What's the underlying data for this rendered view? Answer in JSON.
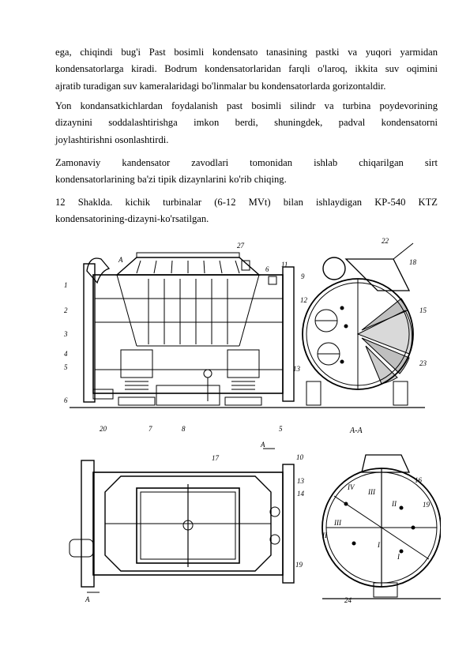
{
  "paragraphs": [
    {
      "lines": [
        "ega, chiqindi bug'i Past bosimli kondensato tanasining pastki va yuqori yarmidan",
        "kondensatorlarga kiradi. Bodrum kondensatorlaridan farqli o'laroq, ikkita suv oqimini",
        "ajratib turadigan suv kameralaridagi bo'linmalar bu kondensatorlarda gorizontaldir."
      ]
    },
    {
      "lines": [
        "Yon kondansatkichlardan foydalanish past bosimli silindr va turbina poydevorining",
        "dizaynini soddalashtirishga imkon berdi, shuningdek, padval kondensatorni",
        "joylashtirishni osonlashtirdi."
      ]
    },
    {
      "lines": [
        "Zamonaviy kandensator zavodlari tomonidan ishlab chiqarilgan sirt",
        "kondensatorlarining ba'zi tipik dizaynlarini ko'rib chiqing."
      ]
    },
    {
      "lines": [
        "12 Shaklda. kichik turbinalar (6-12 MVt) bilan ishlaydigan KP-540 KTZ",
        "kondensatorining-dizayni-ko'rsatilgan."
      ]
    }
  ],
  "figure": {
    "top_labels": [
      "1",
      "2",
      "3",
      "4",
      "5",
      "6",
      "7",
      "8",
      "5",
      "20",
      "27",
      "6",
      "11",
      "9",
      "12",
      "13",
      "22",
      "18",
      "15",
      "23"
    ],
    "section_label": "A-A",
    "cut_mark": "A",
    "bottom_labels": [
      "17",
      "10",
      "13",
      "14",
      "16",
      "19",
      "19",
      "24"
    ],
    "roman_labels": [
      "IV",
      "III",
      "II",
      "II",
      "III",
      "I",
      "I"
    ]
  }
}
